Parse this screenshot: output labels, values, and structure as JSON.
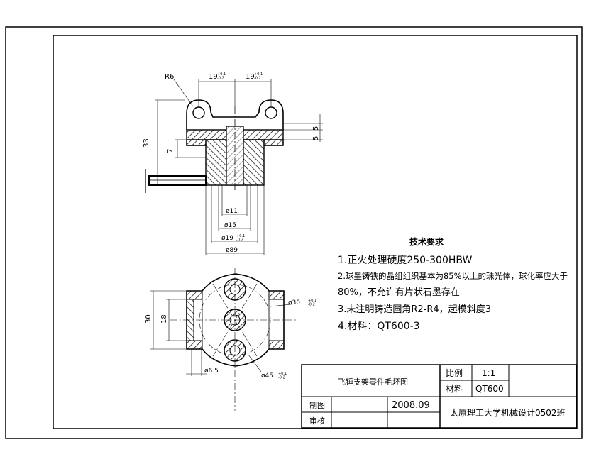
{
  "drawing": {
    "dims": {
      "r6": "R6",
      "w19_left": "19",
      "w19_left_tol": "+0.1\n-0.2",
      "w19_right": "19",
      "w19_right_tol": "+0.1\n-0.2",
      "h33": "33",
      "h7": "7",
      "h5_top": "5",
      "h5_bot": "5",
      "d11": "ø11",
      "d15": "ø15",
      "d19": "ø19",
      "d19_tol": "+0.1\n-0.2",
      "d89": "ø89",
      "h30": "30",
      "h18": "18",
      "d65": "ø6.5",
      "d30": "ø30",
      "d30_tol": "+0.1\n-0.2",
      "d45": "ø45",
      "d45_tol": "+0.1\n-0.2"
    }
  },
  "requirements": {
    "title": "技术要求",
    "lines": [
      "1.正火处理硬度250-300HBW",
      "2.球墨铸铁的晶组组织基本为85%以上的珠光体，球化率应大于",
      "80%，不允许有片状石墨存在",
      "3.未注明铸造圆角R2-R4，起模斜度3",
      "4.材料：QT600-3"
    ]
  },
  "title_block": {
    "part_name": "飞锤支架零件毛坯图",
    "scale_label": "比例",
    "scale_value": "1:1",
    "material_label": "材料",
    "material_value": "QT600",
    "drawn_label": "制图",
    "date": "2008.09",
    "checked_label": "审核",
    "org": "太原理工大学机械设计0502班"
  }
}
